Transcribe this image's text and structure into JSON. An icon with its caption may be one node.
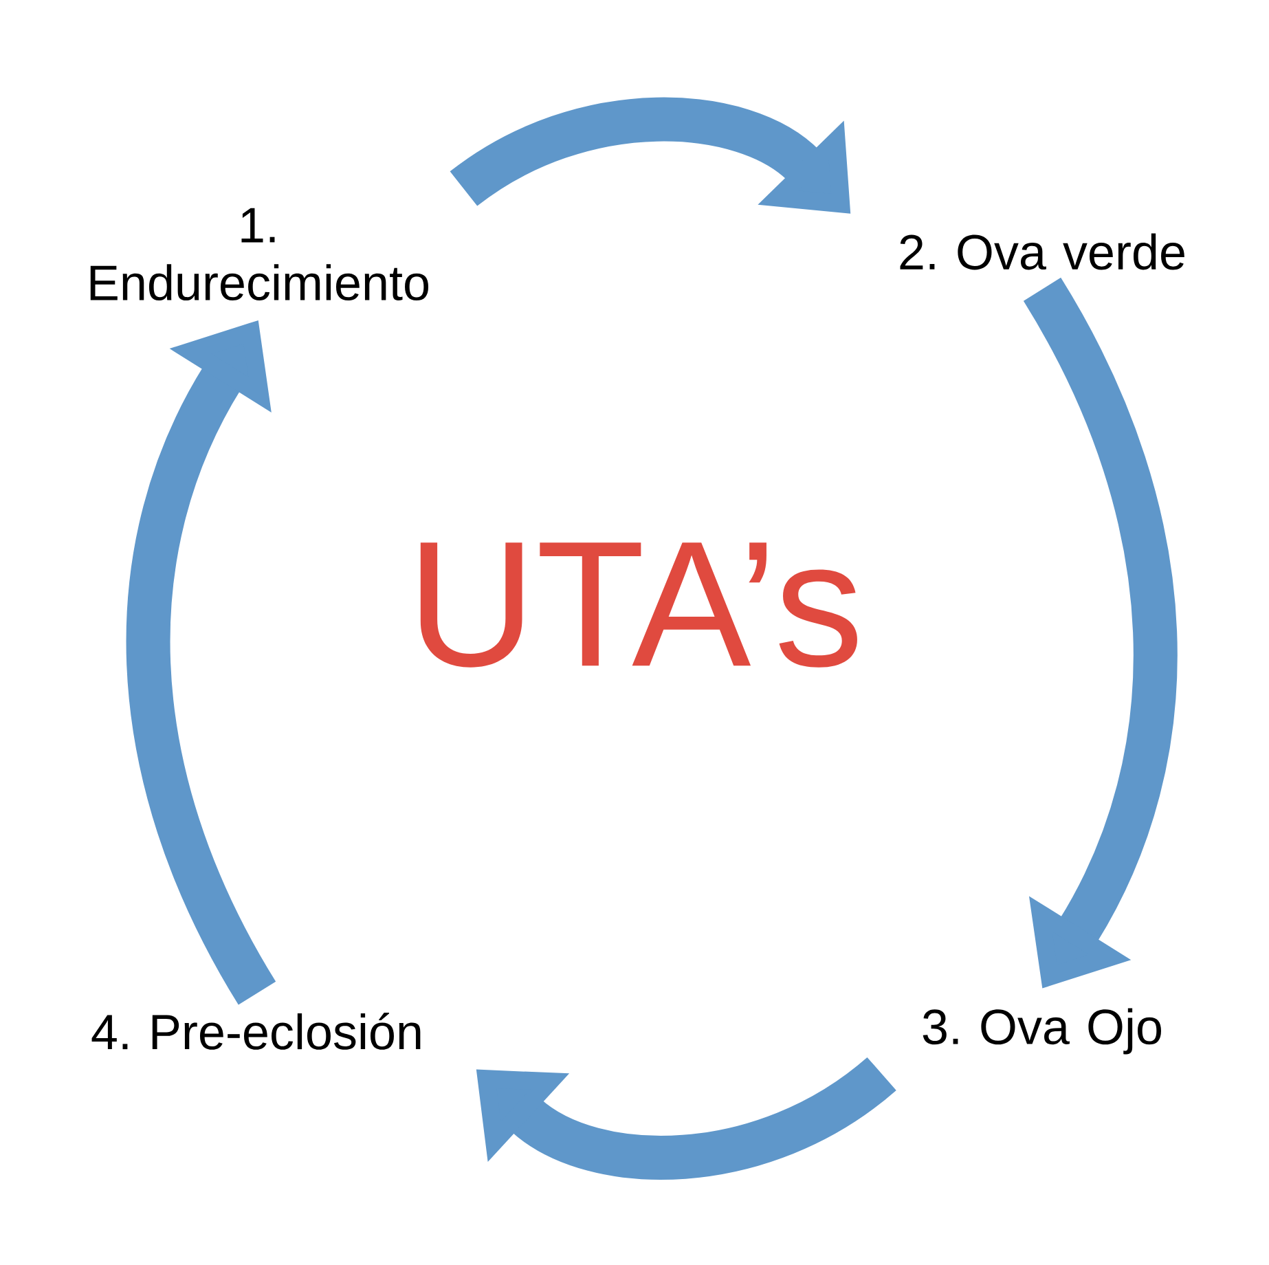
{
  "diagram": {
    "nodes": [
      {
        "text": [
          "1. Endurecimiento"
        ]
      },
      {
        "text": [
          "2. Ova verde"
        ]
      },
      {
        "text": [
          "3. Ova Ojo"
        ]
      },
      {
        "text": [
          "4. Pre-eclosión"
        ]
      }
    ],
    "edges": [
      {
        "from": 0,
        "to": 1,
        "arrow": "to"
      },
      {
        "from": 1,
        "to": 2,
        "arrow": "to"
      },
      {
        "from": 2,
        "to": 3,
        "arrow": "to"
      },
      {
        "from": 3,
        "to": 0,
        "arrow": "to"
      }
    ],
    "labels": [
      "UTA’s"
    ]
  }
}
